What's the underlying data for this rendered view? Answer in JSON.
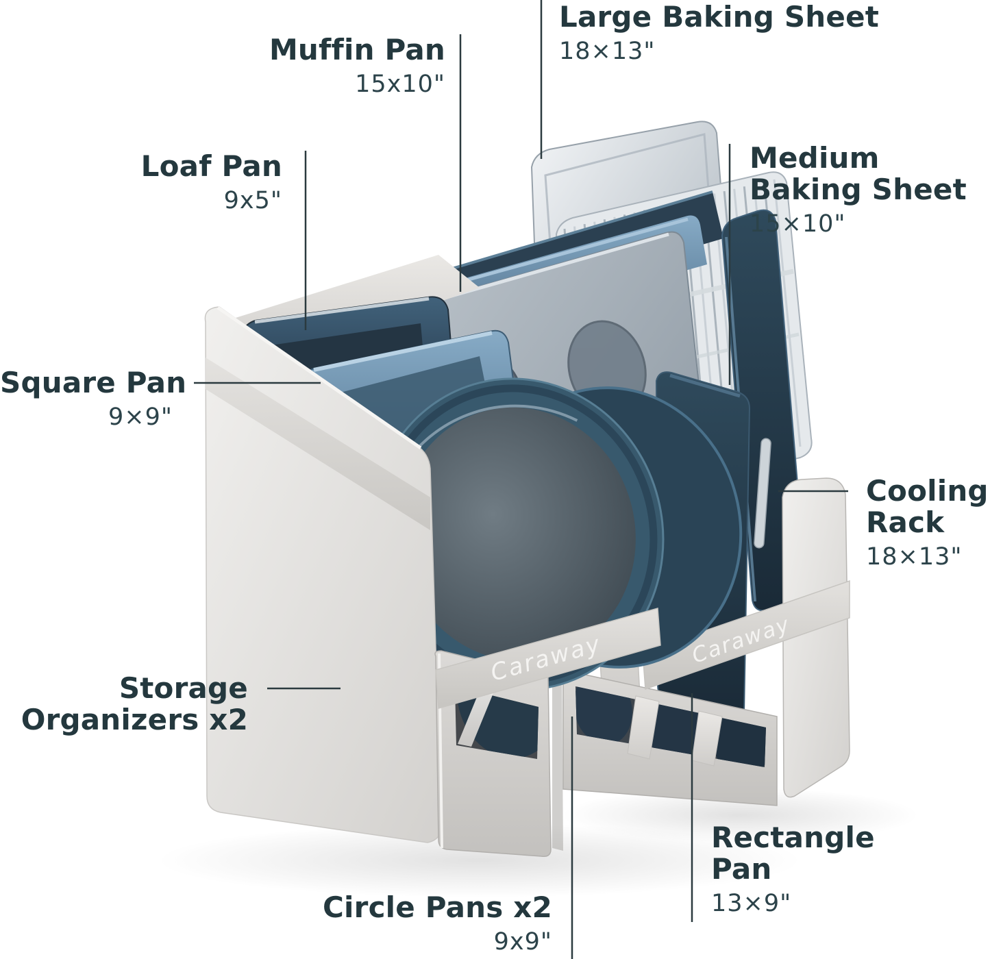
{
  "brand": {
    "logo_text": "Caraway",
    "logo_color": "#f5f4f2"
  },
  "palette": {
    "background": "#ffffff",
    "label_text": "#24383e",
    "leader_line": "#2b3a3f",
    "fabric": "#d8d6d3",
    "fabric_light": "#eeedeb",
    "navy": "#2c4354",
    "steel_blue": "#6c8fa8",
    "teal": "#38596d",
    "silver": "#c3cad1",
    "muffin_gray": "#a2adb7"
  },
  "labels": {
    "large_baking_sheet": {
      "name": "Large Baking Sheet",
      "size": "18×13\""
    },
    "muffin_pan": {
      "name": "Muffin Pan",
      "size": "15x10\""
    },
    "loaf_pan": {
      "name": "Loaf Pan",
      "size": "9x5\""
    },
    "medium_baking_sheet": {
      "name": "Medium Baking Sheet",
      "lines": [
        "Medium",
        "Baking Sheet"
      ],
      "size": "15×10\""
    },
    "square_pan": {
      "name": "Square Pan",
      "size": "9×9\""
    },
    "cooling_rack": {
      "name": "Cooling Rack",
      "lines": [
        "Cooling",
        "Rack"
      ],
      "size": "18×13\""
    },
    "storage_organizers": {
      "name": "Storage Organizers x2",
      "lines": [
        "Storage",
        "Organizers x2"
      ]
    },
    "rectangle_pan": {
      "name": "Rectangle Pan",
      "lines": [
        "Rectangle",
        "Pan"
      ],
      "size": "13×9\""
    },
    "circle_pans": {
      "name": "Circle Pans x2",
      "size": "9x9\""
    }
  }
}
